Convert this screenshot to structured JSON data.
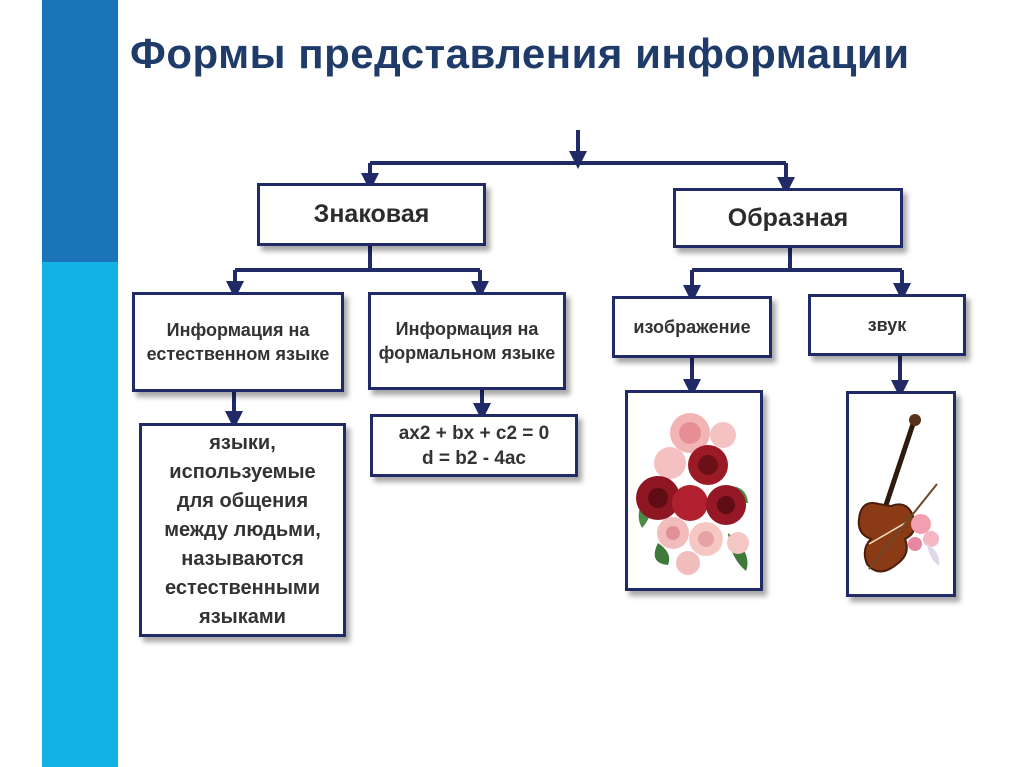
{
  "title": "Формы представления информации",
  "nodes": {
    "sign": "Знаковая",
    "image_form": "Образная",
    "natural": "Информация на естественном языке",
    "formal": "Информация на формальном языке",
    "picture": "изображение",
    "sound": "звук",
    "natural_desc": "языки, используемые для общения между людьми, называются естественными языками",
    "formula_lines": [
      "ax2 + bx + c2 = 0",
      "d = b2 - 4ac"
    ]
  },
  "images": {
    "flowers": "roses-bouquet-icon",
    "violin": "violin-icon"
  },
  "colors": {
    "border": "#1f2a66",
    "title": "#1f3b6a",
    "bar_dark": "#1b74b7",
    "bar_light": "#12b2e6",
    "arrow": "#1f2a66"
  }
}
